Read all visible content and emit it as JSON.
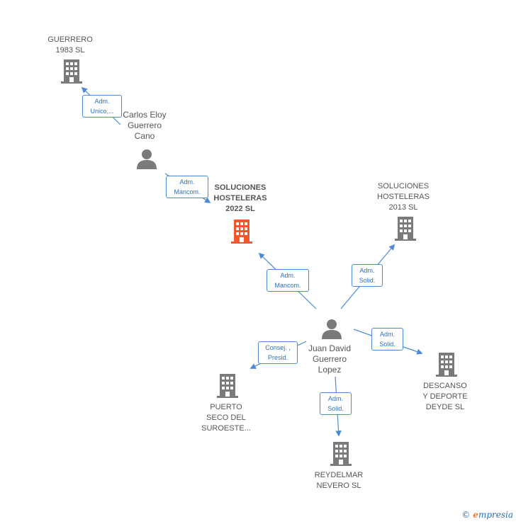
{
  "colors": {
    "node": "#7a7a7a",
    "focus": "#f2582b",
    "edge": "#4a8ad6"
  },
  "nodes": {
    "guerrero1983": {
      "lines": [
        "GUERRERO",
        "1983  SL"
      ],
      "icon": "building-icon"
    },
    "carlos": {
      "lines": [
        "Carlos Eloy",
        "Guerrero",
        "Cano"
      ],
      "icon": "person-icon"
    },
    "soluciones2022": {
      "lines": [
        "SOLUCIONES",
        "HOSTELERAS",
        "2022  SL"
      ],
      "icon": "building-icon"
    },
    "soluciones2013": {
      "lines": [
        "SOLUCIONES",
        "HOSTELERAS",
        "2013 SL"
      ],
      "icon": "building-icon"
    },
    "juan": {
      "lines": [
        "Juan David",
        "Guerrero",
        "Lopez"
      ],
      "icon": "person-icon"
    },
    "puerto": {
      "lines": [
        "PUERTO",
        "SECO DEL",
        "SUROESTE..."
      ],
      "icon": "building-icon"
    },
    "descanso": {
      "lines": [
        "DESCANSO",
        "Y DEPORTE",
        "DEYDE SL"
      ],
      "icon": "building-icon"
    },
    "reydelmar": {
      "lines": [
        "REYDELMAR",
        "NEVERO SL"
      ],
      "icon": "building-icon"
    }
  },
  "edges": {
    "carlos_guerrero": [
      "Adm.",
      "Unico,..."
    ],
    "carlos_soluciones2022": [
      "Adm.",
      "Mancom."
    ],
    "juan_soluciones2022": [
      "Adm.",
      "Mancom."
    ],
    "juan_soluciones2013": [
      "Adm.",
      "Solid."
    ],
    "juan_puerto": [
      "Consej. ,",
      "Presid."
    ],
    "juan_descanso": [
      "Adm.",
      "Solid."
    ],
    "juan_reydelmar": [
      "Adm.",
      "Solid."
    ]
  },
  "footer": {
    "copyright": "©",
    "brand_initial": "e",
    "brand_rest": "mpresia"
  }
}
